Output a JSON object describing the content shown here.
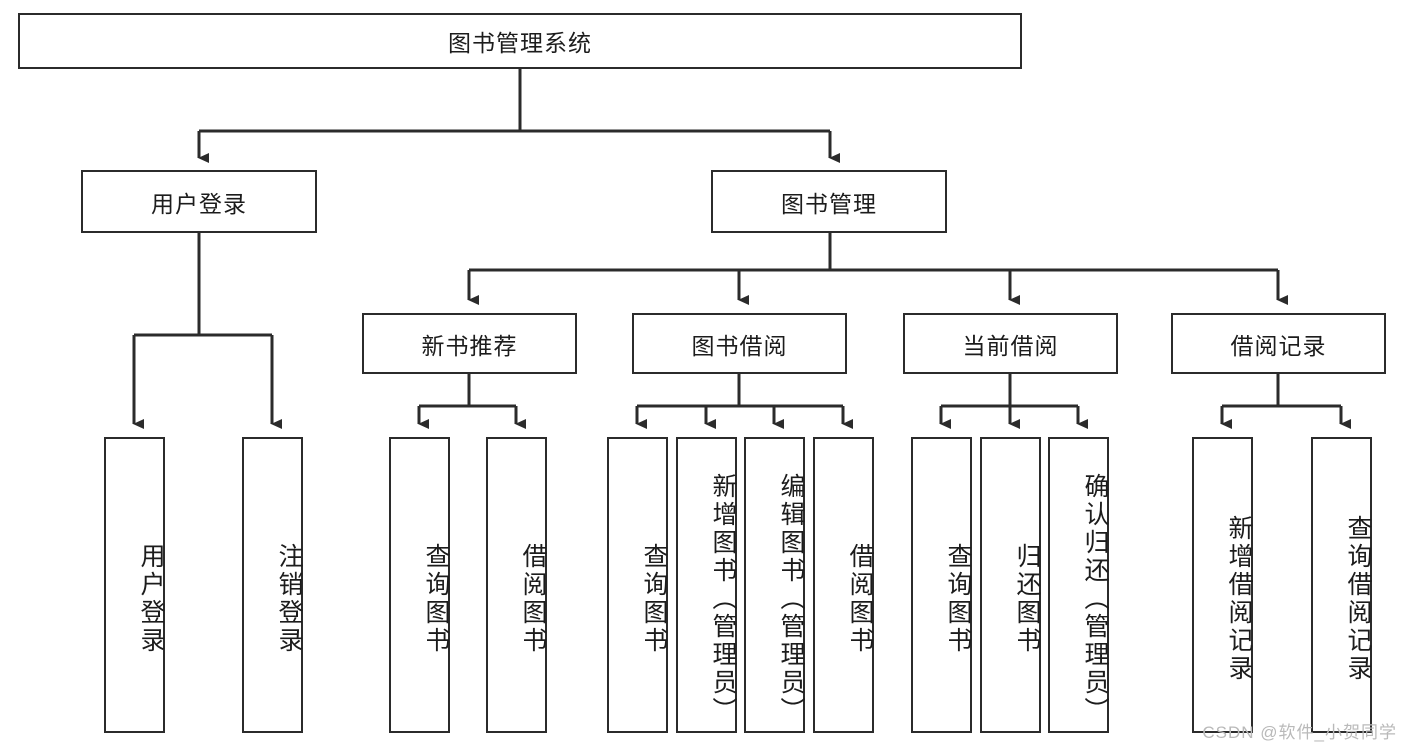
{
  "diagram": {
    "title": "图书管理系统",
    "type": "tree-hierarchy-chart",
    "root": {
      "label": "图书管理系统"
    },
    "level2": [
      {
        "label": "用户登录"
      },
      {
        "label": "图书管理"
      }
    ],
    "level3": [
      {
        "label": "新书推荐"
      },
      {
        "label": "图书借阅"
      },
      {
        "label": "当前借阅"
      },
      {
        "label": "借阅记录"
      }
    ],
    "leaves": {
      "user_login": [
        {
          "label": "用户登录"
        },
        {
          "label": "注销登录"
        }
      ],
      "new_book_recommend": [
        {
          "label": "查询图书"
        },
        {
          "label": "借阅图书"
        }
      ],
      "book_borrow": [
        {
          "label": "查询图书"
        },
        {
          "label": "新增图书（管理员）"
        },
        {
          "label": "编辑图书（管理员）"
        },
        {
          "label": "借阅图书"
        }
      ],
      "current_borrow": [
        {
          "label": "查询图书"
        },
        {
          "label": "归还图书"
        },
        {
          "label": "确认归还（管理员）"
        }
      ],
      "borrow_record": [
        {
          "label": "新增借阅记录"
        },
        {
          "label": "查询借阅记录"
        }
      ]
    }
  },
  "watermark": {
    "text": "CSDN @软件_小贺同学"
  },
  "colors": {
    "border": "#2b2b2b",
    "background": "#ffffff",
    "text": "#1c1c1c",
    "watermark": "#b9b9b9"
  }
}
